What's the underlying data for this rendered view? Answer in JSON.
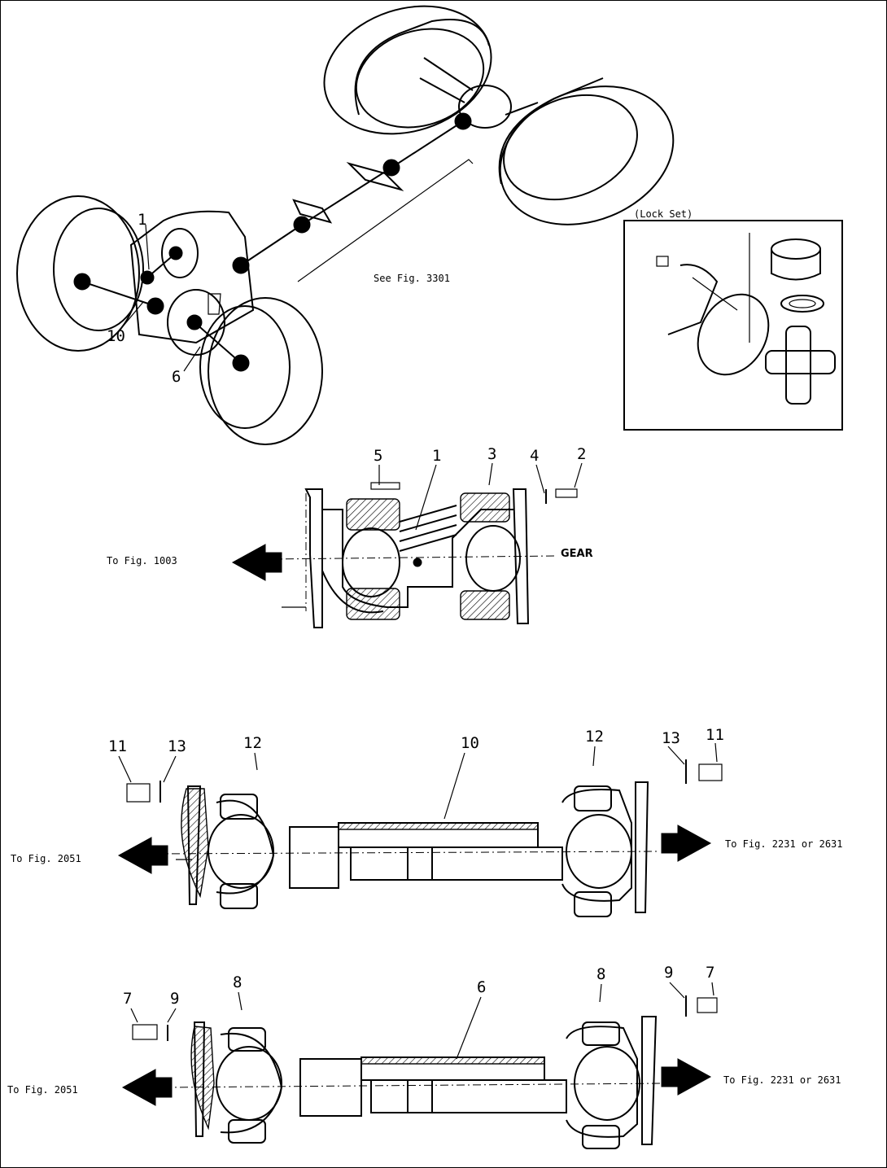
{
  "overview": {
    "callout_1": "1",
    "callout_10": "10",
    "callout_6": "6",
    "see_ref": "See Fig. 3301"
  },
  "lock_set": {
    "title": "(Lock Set)"
  },
  "assembly_top": {
    "callouts": [
      "5",
      "1",
      "3",
      "4",
      "2"
    ],
    "gear_label": "GEAR",
    "to_ref": "To Fig. 1003"
  },
  "shaft_10": {
    "callouts": [
      "11",
      "13",
      "12",
      "10",
      "12",
      "13",
      "11"
    ],
    "to_left": "To Fig. 2051",
    "to_right": "To Fig. 2231 or 2631"
  },
  "shaft_6": {
    "callouts": [
      "7",
      "9",
      "8",
      "6",
      "8",
      "9",
      "7"
    ],
    "to_left": "To Fig. 2051",
    "to_right": "To Fig. 2231 or 2631"
  }
}
